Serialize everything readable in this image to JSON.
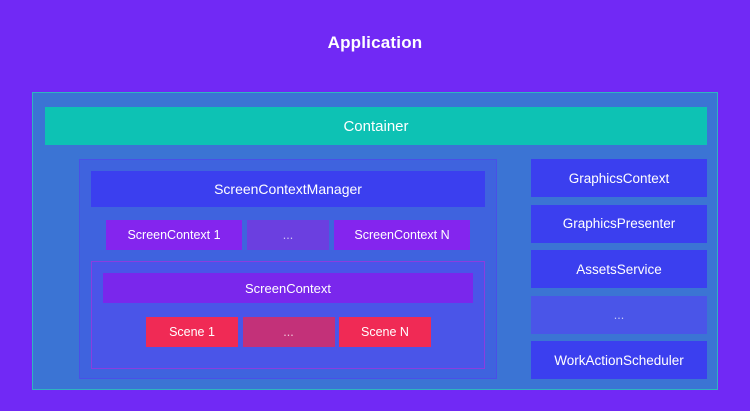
{
  "title": "Application",
  "colors": {
    "background_purple": "#7129f5",
    "panel_blue": "#3b74d4",
    "panel_border_teal": "#2fb4bf",
    "container_teal": "#0dc2b4",
    "scm_panel_blue": "#3f63de",
    "bright_blue": "#3b3fef",
    "screen_context_purple": "#8425ee",
    "muted_purple": "#6b3fe0",
    "sc_panel_blue": "#4a55e8",
    "sc_header_purple": "#7a27ec",
    "sc_panel_border_purple": "#8a3de0",
    "scene_red": "#f02a55",
    "muted_magenta": "#c33179",
    "text_white": "#ffffff"
  },
  "container": {
    "label": "Container"
  },
  "screen_context_manager": {
    "label": "ScreenContextManager",
    "contexts": [
      {
        "label": "ScreenContext 1",
        "muted": false
      },
      {
        "label": "...",
        "muted": true
      },
      {
        "label": "ScreenContext N",
        "muted": false
      }
    ],
    "screen_context": {
      "label": "ScreenContext",
      "scenes": [
        {
          "label": "Scene 1",
          "muted": false
        },
        {
          "label": "...",
          "muted": true
        },
        {
          "label": "Scene N",
          "muted": false
        }
      ]
    }
  },
  "services": [
    {
      "label": "GraphicsContext",
      "muted": false
    },
    {
      "label": "GraphicsPresenter",
      "muted": false
    },
    {
      "label": "AssetsService",
      "muted": false
    },
    {
      "label": "...",
      "muted": true
    },
    {
      "label": "WorkActionScheduler",
      "muted": false
    }
  ]
}
